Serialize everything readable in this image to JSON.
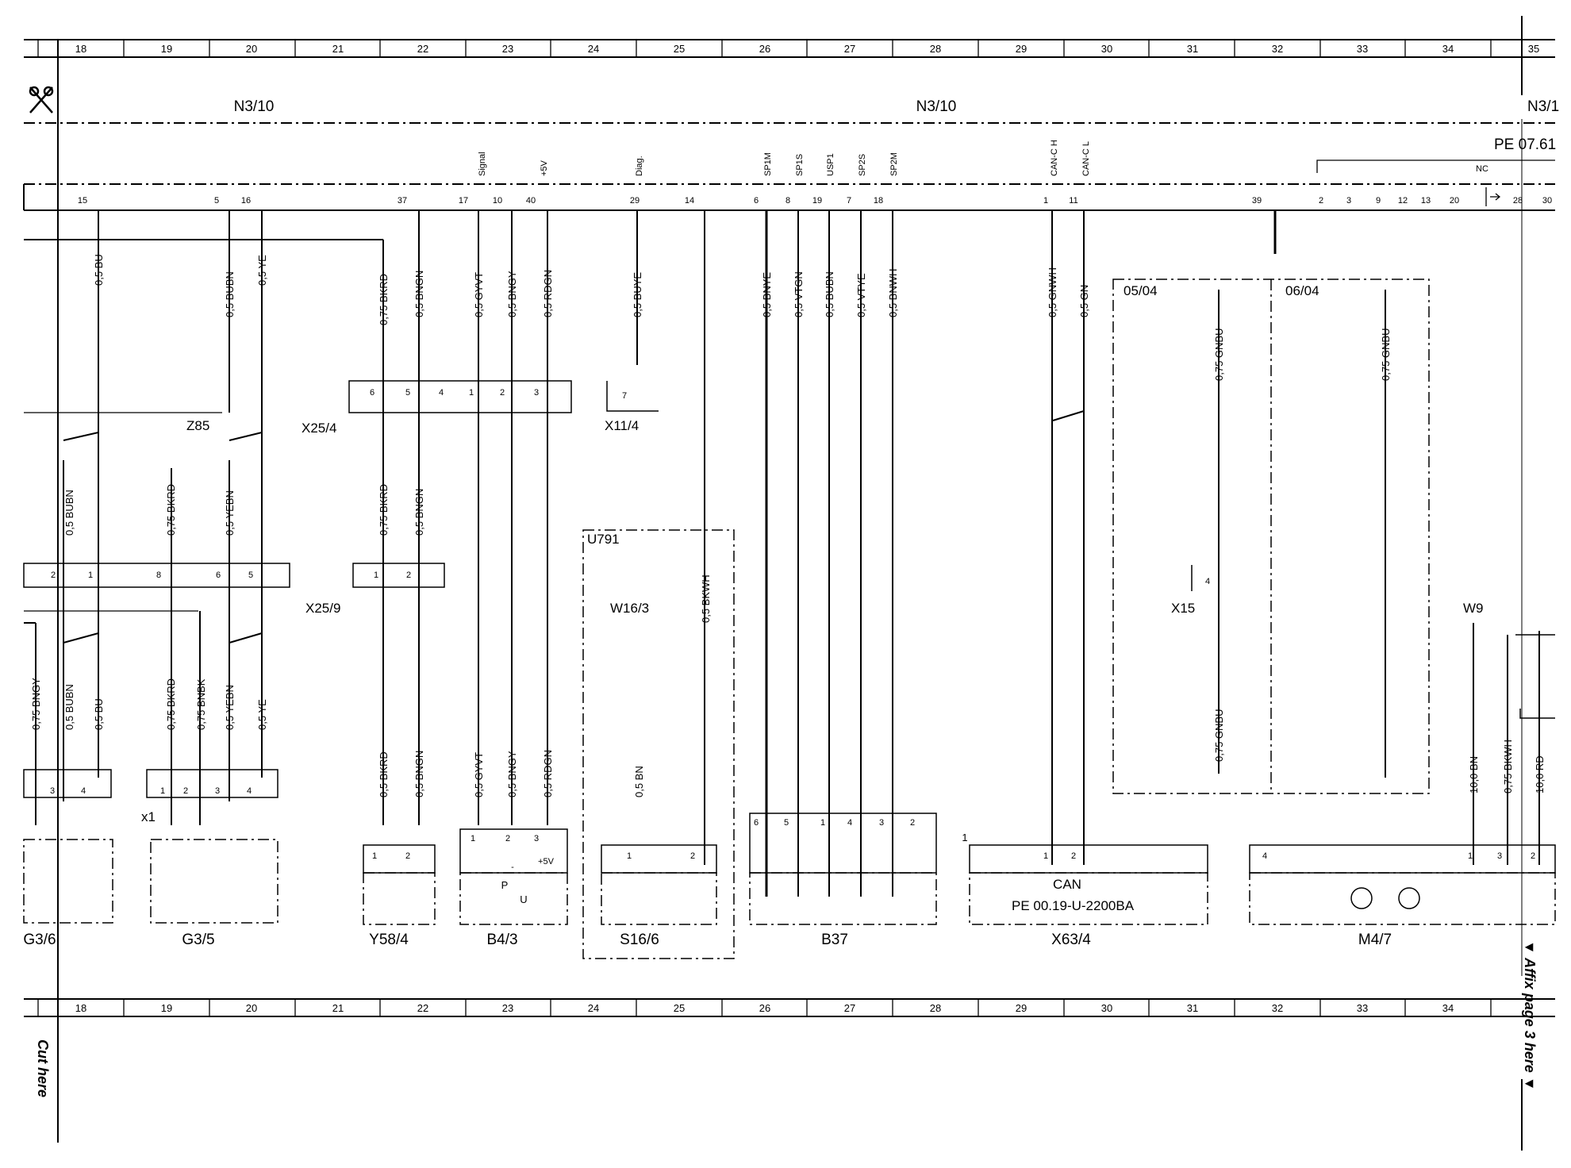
{
  "ruler_numbers": [
    "18",
    "19",
    "20",
    "21",
    "22",
    "23",
    "24",
    "25",
    "26",
    "27",
    "28",
    "29",
    "30",
    "31",
    "32",
    "33",
    "34",
    "35"
  ],
  "modules": {
    "left": "N3/10",
    "mid": "N3/10",
    "right": "N3/1"
  },
  "pe_ref_top": "PE 07.61",
  "pe_ref_can": "PE 00.19-U-2200BA",
  "nc_label": "NC",
  "pins_top": [
    "15",
    "5",
    "16",
    "37",
    "17",
    "10",
    "40",
    "29",
    "14",
    "6",
    "8",
    "19",
    "7",
    "18",
    "1",
    "11",
    "39",
    "2",
    "3",
    "9",
    "12",
    "13",
    "20",
    "28",
    "30"
  ],
  "signals": [
    "Signal",
    "+5V",
    "Diag.",
    "SP1M",
    "SP1S",
    "USP1",
    "SP2S",
    "SP2M",
    "CAN-C H",
    "CAN-C L"
  ],
  "wires_upper": [
    "0,5 BU",
    "0,5 BUBN",
    "0,5 YE",
    "0,75 BKRD",
    "0,5 BNGN",
    "0,5 GYVT",
    "0,5 BNGY",
    "0,5 RDGN",
    "0,5 BUYE",
    "0,5 BNYE",
    "0,5 VTGN",
    "0,5 BUBN",
    "0,5 VTYE",
    "0,5 BNWH",
    "0,5 GNWH",
    "0,5 GN",
    "0,75 GNBU",
    "0,75 GNBU"
  ],
  "wires_mid": [
    "0,5 BUBN",
    "0,75 BKRD",
    "0,5 YEBN",
    "0,75 BKRD",
    "0,5 BNGN",
    "0,5 BKWH",
    "0,75 GNBU"
  ],
  "wires_lower": [
    "0,75 BNGY",
    "0,5 BUBN",
    "0,5 BU",
    "0,75 BKRD",
    "0,75 BNBK",
    "0,5 YEBN",
    "0,5 YE",
    "0,5 BKRD",
    "0,5 BNGN",
    "0,5 GYVT",
    "0,5 BNGY",
    "0,5 RDGN",
    "0,5 BN",
    "10,0 BN",
    "0,75 BKWH",
    "10,0 RD"
  ],
  "connectors": {
    "x25_4": "X25/4",
    "x11_4": "X11/4",
    "x25_9": "X25/9",
    "z85": "Z85",
    "x15": "X15",
    "w16_3": "W16/3",
    "w9": "W9",
    "u791": "U791",
    "d0504": "05/04",
    "d0604": "06/04",
    "x1": "x1"
  },
  "pin_groups": {
    "x25_4": [
      "6",
      "5",
      "4",
      "1",
      "2",
      "3"
    ],
    "x11_4": [
      "7"
    ],
    "x25_9_left": [
      "2",
      "1",
      "8",
      "6",
      "5"
    ],
    "x25_9_right": [
      "1",
      "2"
    ],
    "x15": [
      "4"
    ],
    "g3_6": [
      "3",
      "4"
    ],
    "g3_5": [
      "1",
      "2",
      "3",
      "4"
    ],
    "y58": [
      "1",
      "2"
    ],
    "b4": [
      "1",
      "2",
      "3"
    ],
    "b4_mid": "-",
    "s16": [
      "1",
      "2"
    ],
    "b37": [
      "6",
      "5",
      "1",
      "4",
      "3",
      "2"
    ],
    "x63": [
      "1",
      "2"
    ],
    "x63_side": "1",
    "m4": [
      "4",
      "1",
      "3",
      "2"
    ]
  },
  "b4_inner": {
    "p": "P",
    "u": "U",
    "plus5v": "+5V"
  },
  "can_label": "CAN",
  "components": [
    "G3/6",
    "G3/5",
    "Y58/4",
    "B4/3",
    "S16/6",
    "B37",
    "X63/4",
    "M4/7"
  ],
  "side_labels": {
    "cut": "Cut here",
    "affix": "▼ Affix page 3 here ▼"
  }
}
